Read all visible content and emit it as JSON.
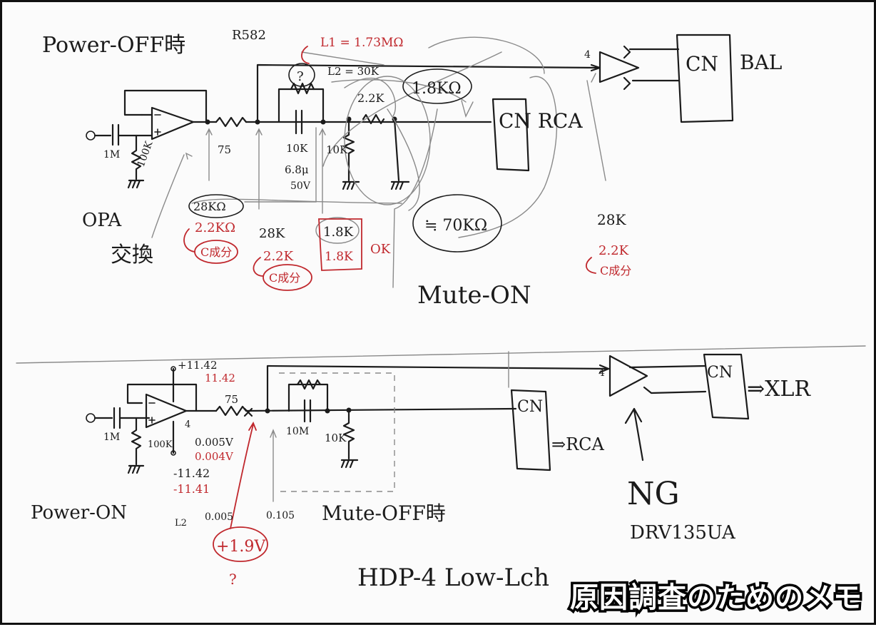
{
  "caption": "原因調査のためのメモ",
  "top": {
    "title": "Power-OFF時",
    "part_ref": "R582",
    "l1": "L1 = 1.73MΩ",
    "q_mark": "?",
    "l2": "L2 = 30K",
    "r_75": "75",
    "r_1M": "1M",
    "r_100K": "100K",
    "r_10K_a": "10K",
    "cap_value": "6.8μ",
    "cap_voltage": "50V",
    "r_10K_b": "10K",
    "r_2_2K": "2.2K",
    "r_1_8K_circ": "1.8KΩ",
    "cn_rca": "CN RCA",
    "cn_bal": "CN",
    "bal": "BAL",
    "pin4": "4",
    "opa": "OPA",
    "exchange": "交換",
    "m_28K_ohm": "28KΩ",
    "m_2_2K_red": "2.2KΩ",
    "c_comp_1": "C成分",
    "m_28K": "28K",
    "m_2_2K_red_b": "2.2K",
    "c_comp_2": "C成分",
    "m_1_8K": "1.8K",
    "m_1_8K_red": "1.8K",
    "ok": "OK",
    "approx_70K": "≒ 70KΩ",
    "mute_on": "Mute-ON",
    "m_28K_right": "28K",
    "m_2_2K_red_right": "2.2K",
    "c_comp_3": "C成分"
  },
  "bottom": {
    "vplus": "+11.42",
    "vplus_red": "11.42",
    "r_75": "75",
    "r_1M": "1M",
    "r_100K": "100K",
    "pin4": "4",
    "pin4b": "4",
    "v_out": "0.005V",
    "v_out_red": "0.004V",
    "vminus": "-11.42",
    "vminus_red": "-11.41",
    "cap_10M": "10M",
    "r_10K": "10K",
    "cn": "CN",
    "rca": "⇒RCA",
    "cn_xlr": "CN",
    "xlr": "⇒XLR",
    "power_on": "Power-ON",
    "l2_label": "L2",
    "l2_val": "0.005",
    "v_105": "0.105",
    "mute_off": "Mute-OFF時",
    "plus_19": "+1.9V",
    "question": "?",
    "ng": "NG",
    "part": "DRV135UA",
    "model": "HDP-4  Low-Lch"
  }
}
